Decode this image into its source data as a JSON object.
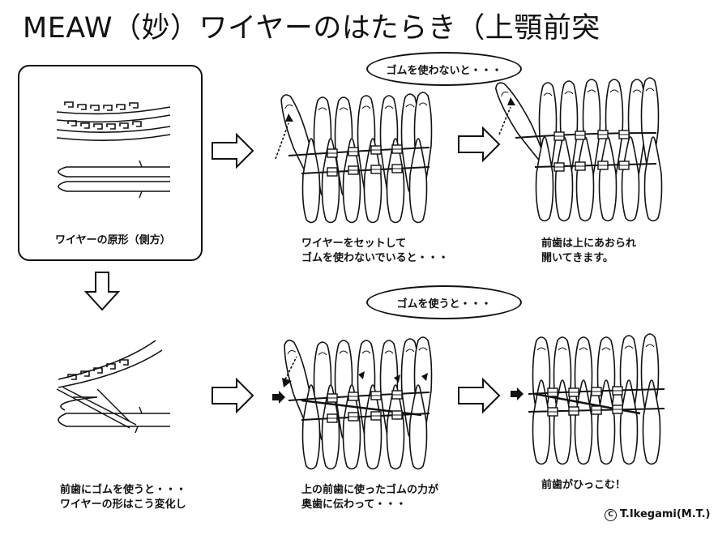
{
  "title": "MEAW（妙）ワイヤーのはたらき（上顎前突",
  "bubbles": {
    "no_elastic": "ゴムを使わないと・・・",
    "with_elastic": "ゴムを使うと・・・"
  },
  "captions": {
    "wire_original": "ワイヤーの原形（側方）",
    "no_elastic_1": "ワイヤーをセットして",
    "no_elastic_2": "ゴムを使わないでいると・・・",
    "result_no_1": "前歯は上にあおられ",
    "result_no_2": "開いてきます。",
    "wire_change_1": "前歯にゴムを使うと・・・",
    "wire_change_2": "ワイヤーの形はこう変化し",
    "force_1": "上の前歯に使ったゴムの力が",
    "force_2": "奥歯に伝わって・・・",
    "result_yes": "前歯がひっこむ！"
  },
  "credit": "T.Ikegami(M.T.)",
  "credit_symbol": "C",
  "icons": {
    "arrow_right": "hollow-right-arrow",
    "arrow_down": "hollow-down-arrow",
    "small_arrow": "solid-small-arrow",
    "copyright": "copyright-icon"
  },
  "colors": {
    "ink": "#111111",
    "paper": "#ffffff"
  }
}
